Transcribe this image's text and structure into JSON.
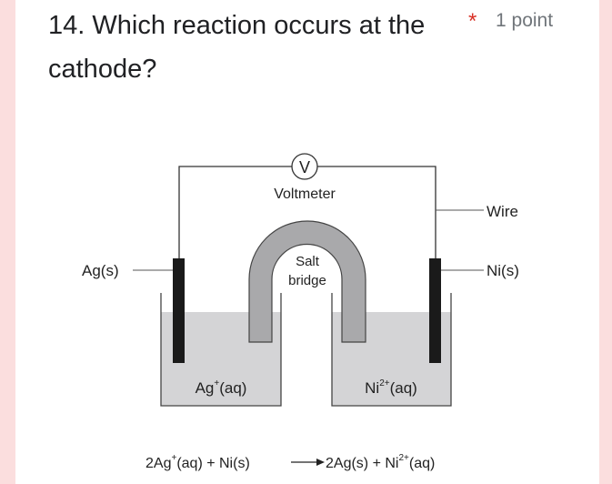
{
  "question": {
    "number_text": "14. Which reaction occurs at the cathode?",
    "required_mark": "*",
    "points": "1 point"
  },
  "diagram": {
    "voltmeter_symbol": "V",
    "voltmeter_label": "Voltmeter",
    "wire_label": "Wire",
    "left_electrode": "Ag(s)",
    "right_electrode": "Ni(s)",
    "salt_bridge_line1": "Salt",
    "salt_bridge_line2": "bridge",
    "left_solution": {
      "base": "Ag",
      "sup": "+",
      "tail": "(aq)"
    },
    "right_solution": {
      "base": "Ni",
      "sup": "2+",
      "tail": "(aq)"
    },
    "equation": {
      "p1": "2Ag",
      "s1": "+",
      "p2": "(aq) + Ni(s)",
      "p3": "2Ag(s) + Ni",
      "s2": "2+",
      "p4": "(aq)"
    }
  }
}
